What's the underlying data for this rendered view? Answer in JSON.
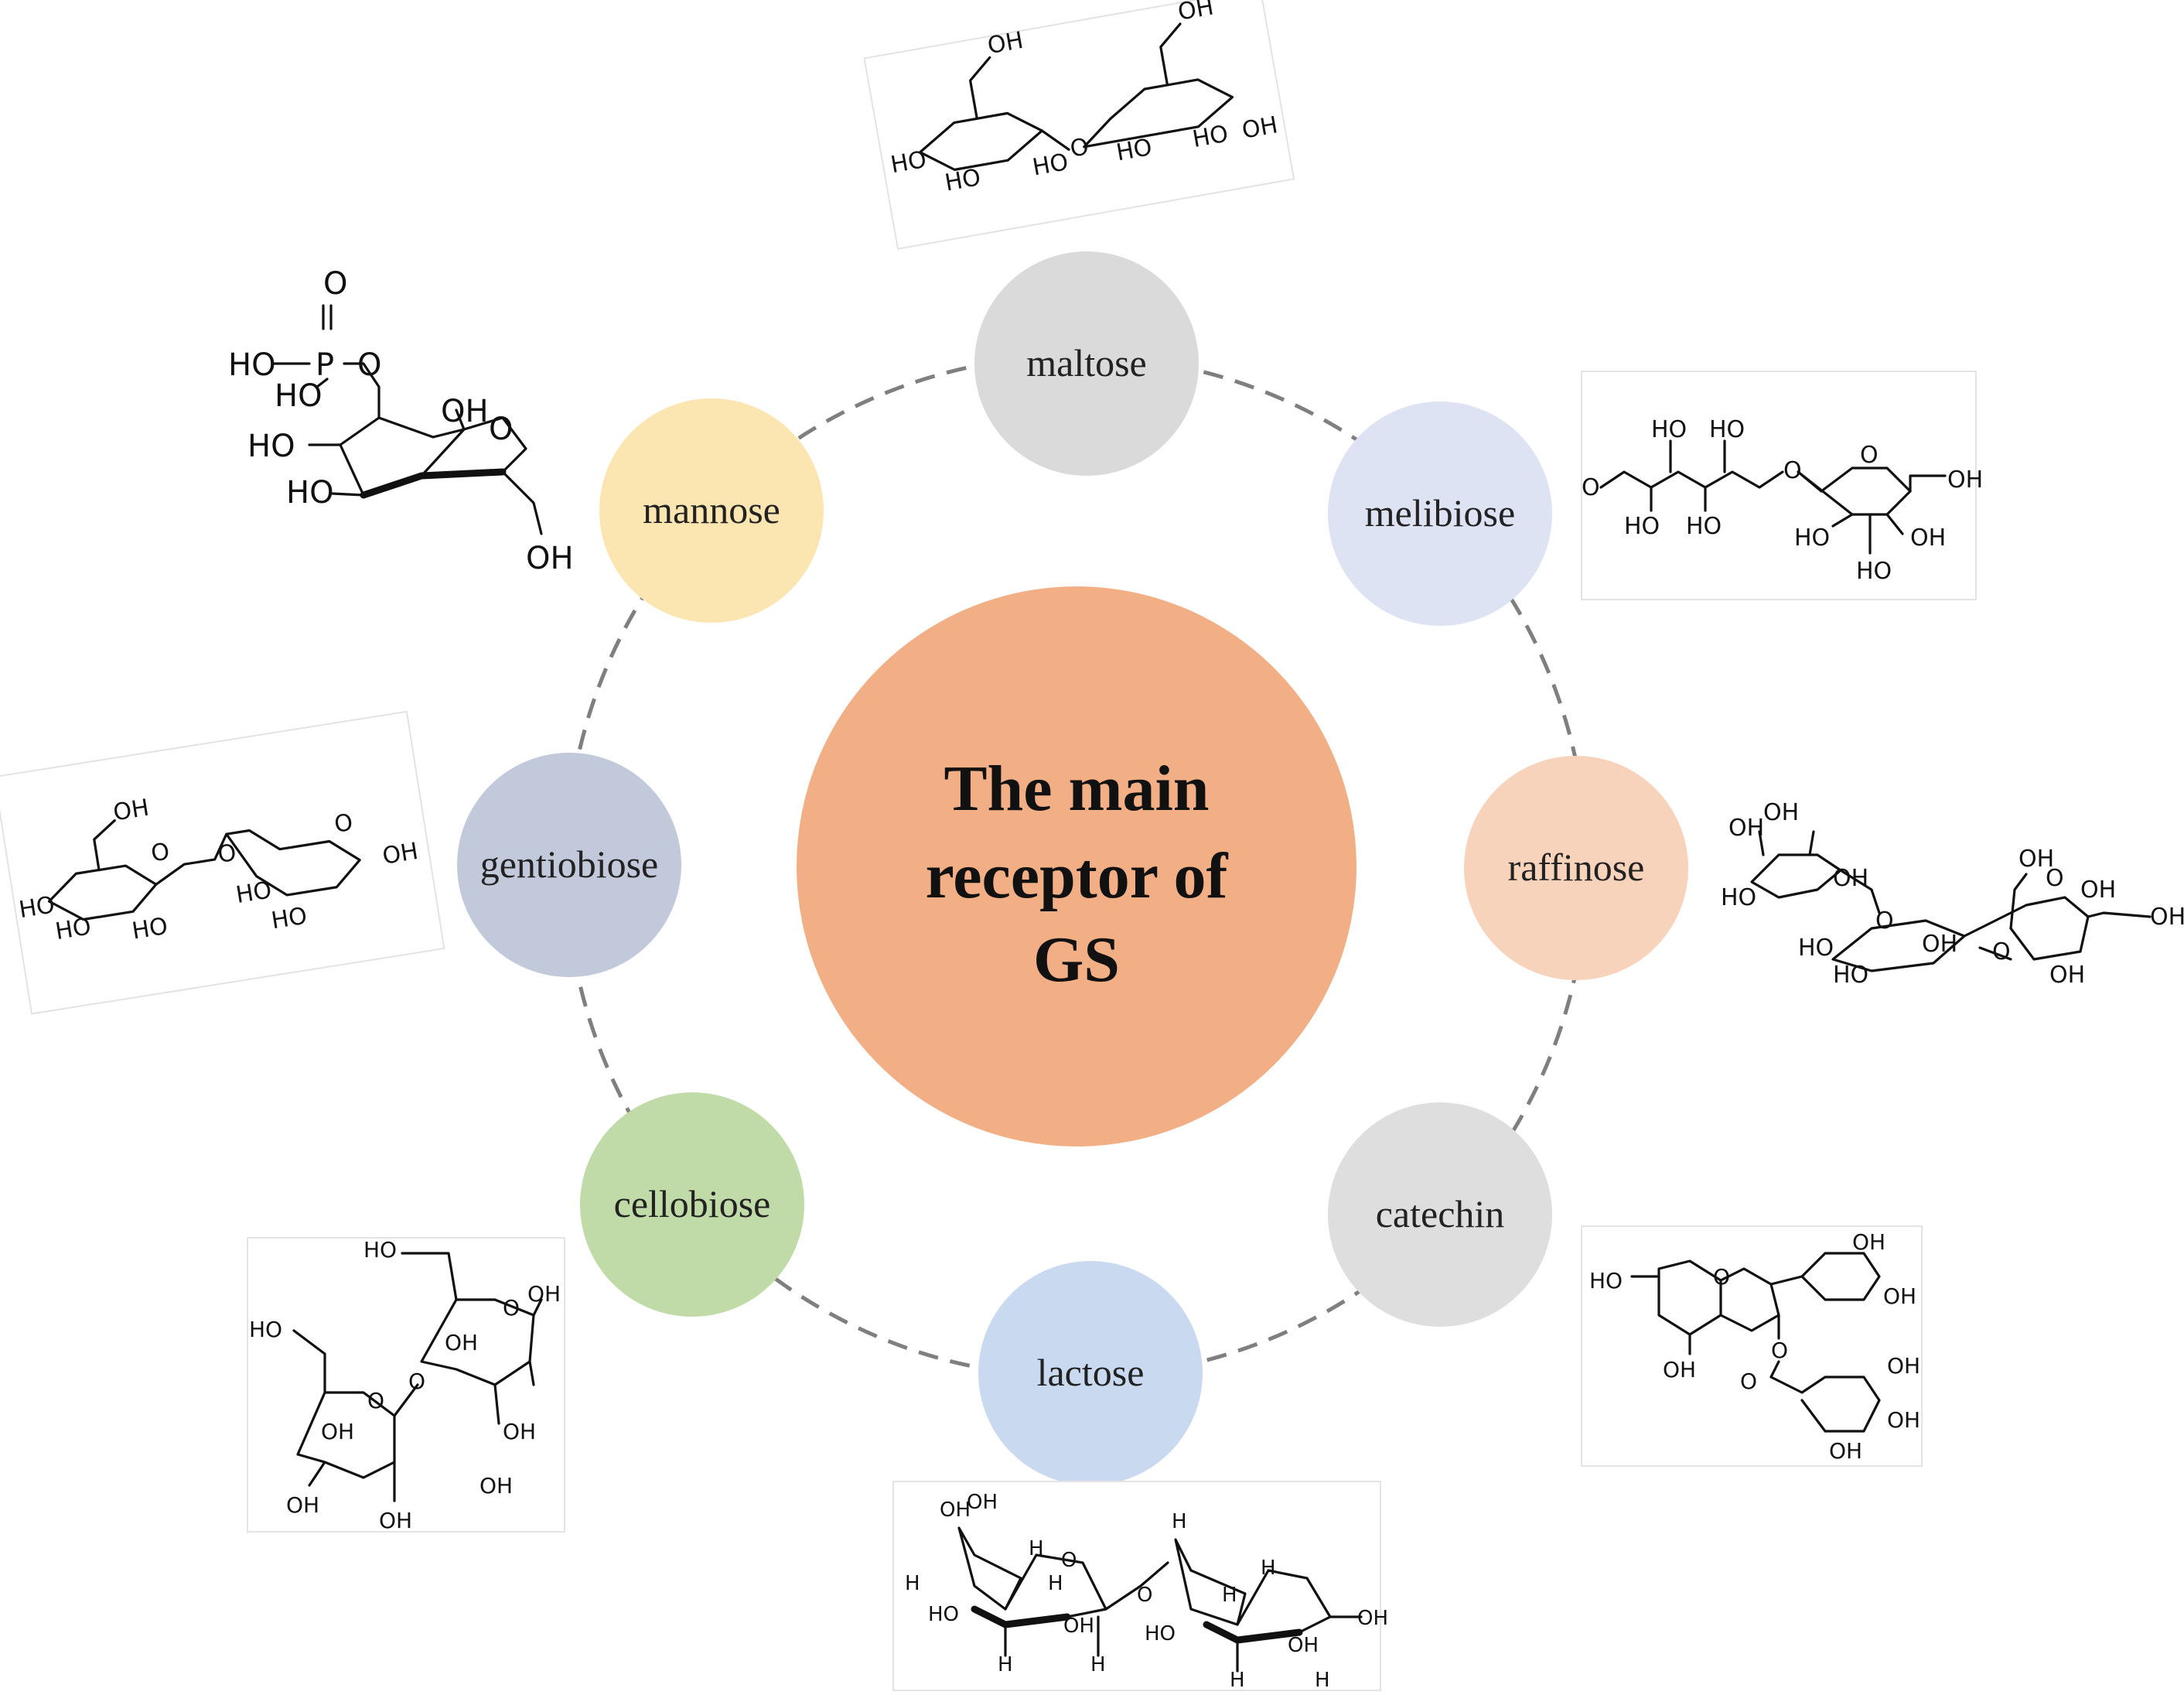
{
  "center": {
    "lines": [
      "The main",
      "receptor of",
      "GS"
    ],
    "color": "#f2ae84"
  },
  "nodes": [
    {
      "key": "maltose",
      "label": "maltose",
      "color": "#dadada"
    },
    {
      "key": "melibiose",
      "label": "melibiose",
      "color": "#dde3f2"
    },
    {
      "key": "raffinose",
      "label": "raffinose",
      "color": "#f8d3bc"
    },
    {
      "key": "catechin",
      "label": "catechin",
      "color": "#dedede"
    },
    {
      "key": "lactose",
      "label": "lactose",
      "color": "#c9daf0"
    },
    {
      "key": "cellobiose",
      "label": "cellobiose",
      "color": "#c0dba8"
    },
    {
      "key": "gentiobiose",
      "label": "gentiobiose",
      "color": "#c2c9da"
    },
    {
      "key": "mannose",
      "label": "mannose",
      "color": "#fbe6b2"
    }
  ],
  "structure_atoms": {
    "maltose": [
      "OH",
      "OH",
      "HO",
      "HO",
      "HO",
      "O",
      "HO",
      "HO",
      "OH"
    ],
    "mannose": [
      "O",
      "P",
      "HO",
      "HO",
      "O",
      "HO",
      "OH",
      "O",
      "HO",
      "OH"
    ],
    "melibiose": [
      "HO",
      "HO",
      "O",
      "HO",
      "HO",
      "O",
      "O",
      "OH",
      "HO",
      "OH",
      "HO"
    ],
    "gentiobiose": [
      "OH",
      "O",
      "O",
      "O",
      "OH",
      "HO",
      "HO",
      "HO",
      "HO",
      "HO"
    ],
    "raffinose": [
      "OH",
      "OH",
      "HO",
      "OH",
      "O",
      "OH",
      "O",
      "OH",
      "HO",
      "HO",
      "OH",
      "O",
      "OH",
      "OH"
    ],
    "catechin": [
      "OH",
      "HO",
      "O",
      "OH",
      "OH",
      "O",
      "O",
      "OH",
      "OH",
      "OH"
    ],
    "cellobiose": [
      "HO",
      "O",
      "OH",
      "OH",
      "HO",
      "O",
      "O",
      "OH",
      "OH",
      "OH",
      "OH",
      "OH"
    ],
    "lactose": [
      "OH",
      "OH",
      "H",
      "O",
      "H",
      "H",
      "H",
      "O",
      "HO",
      "OH",
      "H",
      "H",
      "H",
      "H",
      "HO",
      "OH",
      "OH",
      "H",
      "H"
    ]
  }
}
